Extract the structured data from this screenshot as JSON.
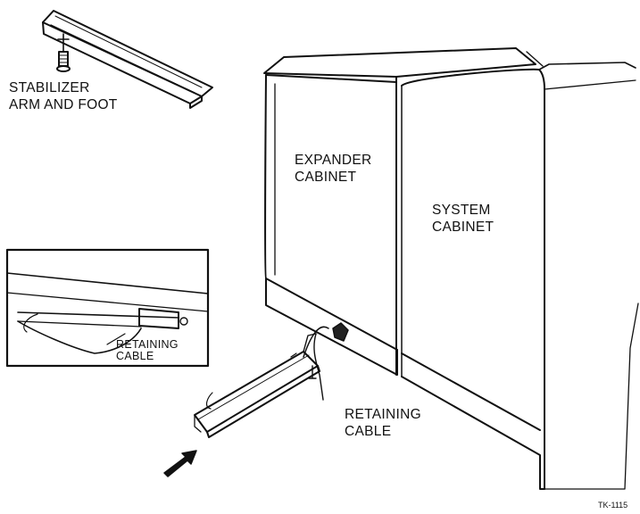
{
  "labels": {
    "stabilizer": [
      "STABILIZER",
      "ARM AND FOOT"
    ],
    "expander": [
      "EXPANDER",
      "CABINET"
    ],
    "system": [
      "SYSTEM",
      "CABINET"
    ],
    "inset_cable": [
      "RETAINING",
      "CABLE"
    ],
    "main_cable": [
      "RETAINING",
      "CABLE"
    ],
    "figure_id": "TK-1115"
  }
}
